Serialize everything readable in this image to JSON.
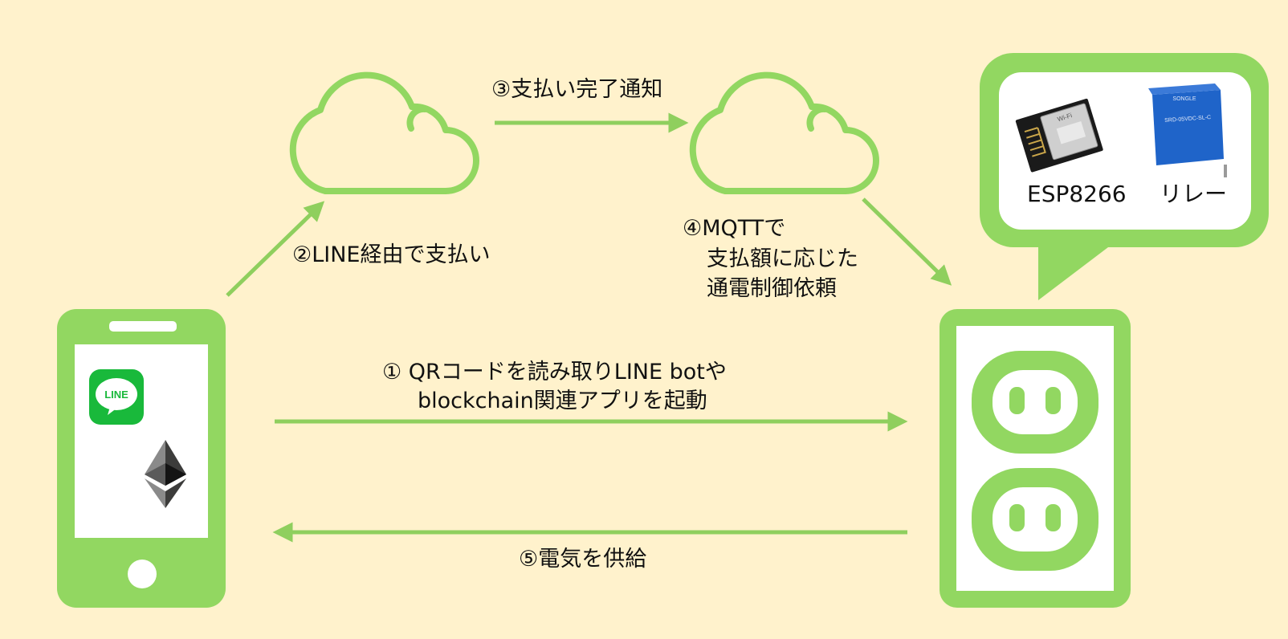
{
  "colors": {
    "background": "#fff2cc",
    "accent_green": "#92d761",
    "arrow_green": "#8fcf5e",
    "line_green": "#19b93b",
    "relay_blue": "#1f64c9",
    "text": "#111111"
  },
  "icons": {
    "smartphone": "smartphone-icon",
    "line_app": "line-app-icon",
    "ethereum": "ethereum-icon",
    "cloud": "cloud-icon",
    "outlet": "power-outlet-icon",
    "esp8266": "esp8266-module-image",
    "relay": "relay-module-image"
  },
  "phone": {
    "line_logo_text": "LINE"
  },
  "devices": {
    "esp8266_label": "ESP8266",
    "relay_label": "リレー",
    "esp8266_chip_text": "Wi-Fi",
    "relay_chip_text": "SONGLE",
    "relay_model_text": "SRD-05VDC-SL-C"
  },
  "steps": {
    "step1_line1": "① QRコードを読み取りLINE botや",
    "step1_line2": "blockchain関連アプリを起動",
    "step2": "②LINE経由で支払い",
    "step3": "③支払い完了通知",
    "step4_line1": "④MQTTで",
    "step4_line2": "支払額に応じた",
    "step4_line3": "通電制御依頼",
    "step5": "⑤電気を供給"
  }
}
